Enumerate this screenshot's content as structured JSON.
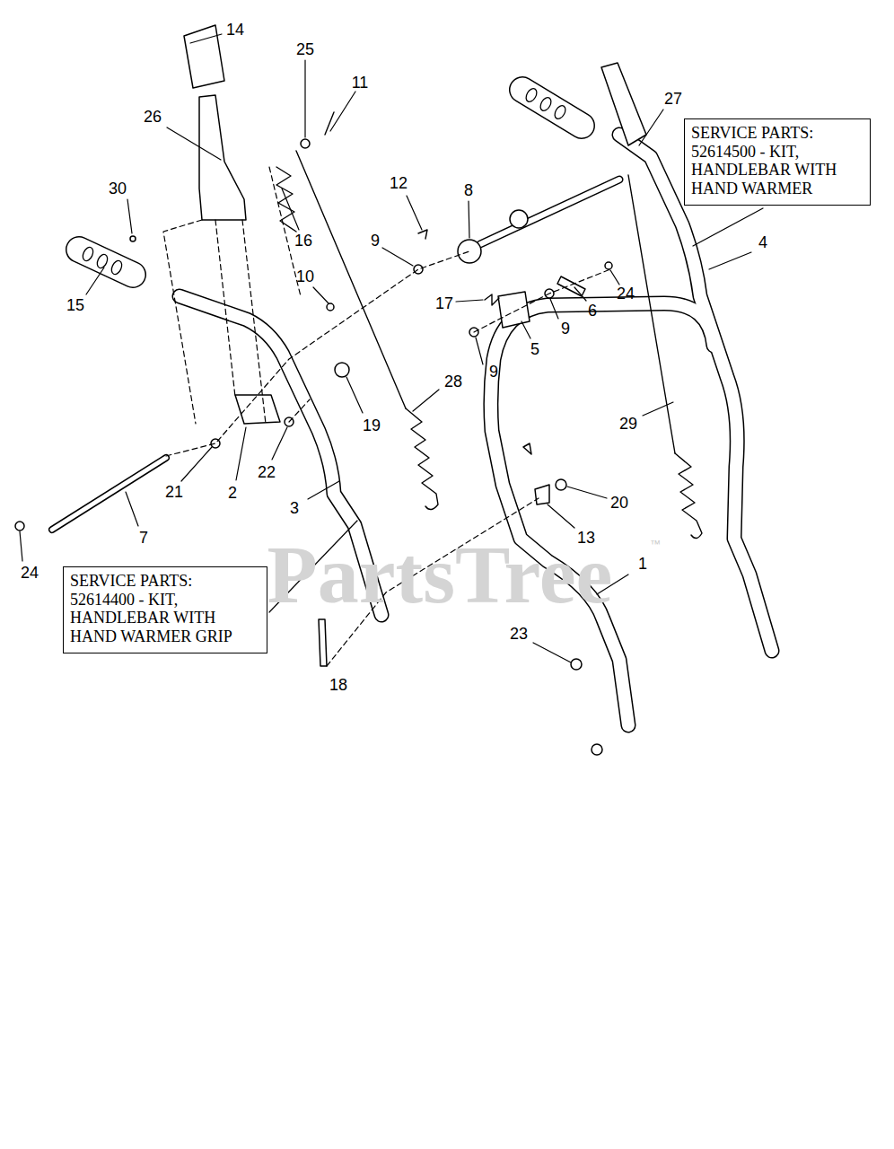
{
  "diagram": {
    "nodes": [
      {
        "text": [
          "SERVICE PARTS: 52614500 - KIT, HANDLEBAR WITH HAND WARMER"
        ]
      },
      {
        "text": [
          "SERVICE PARTS: 52614400 - KIT, HANDLEBAR WITH HAND WARMER GRIP"
        ]
      }
    ],
    "labels": [
      "14",
      "25",
      "11",
      "26",
      "30",
      "16",
      "12",
      "8",
      "27",
      "9",
      "10",
      "15",
      "17",
      "24",
      "4",
      "6",
      "9",
      "5",
      "9",
      "28",
      "19",
      "29",
      "21",
      "2",
      "22",
      "20",
      "3",
      "13",
      "7",
      "24",
      "1",
      "23",
      "18",
      "PartsTree",
      "™"
    ]
  }
}
